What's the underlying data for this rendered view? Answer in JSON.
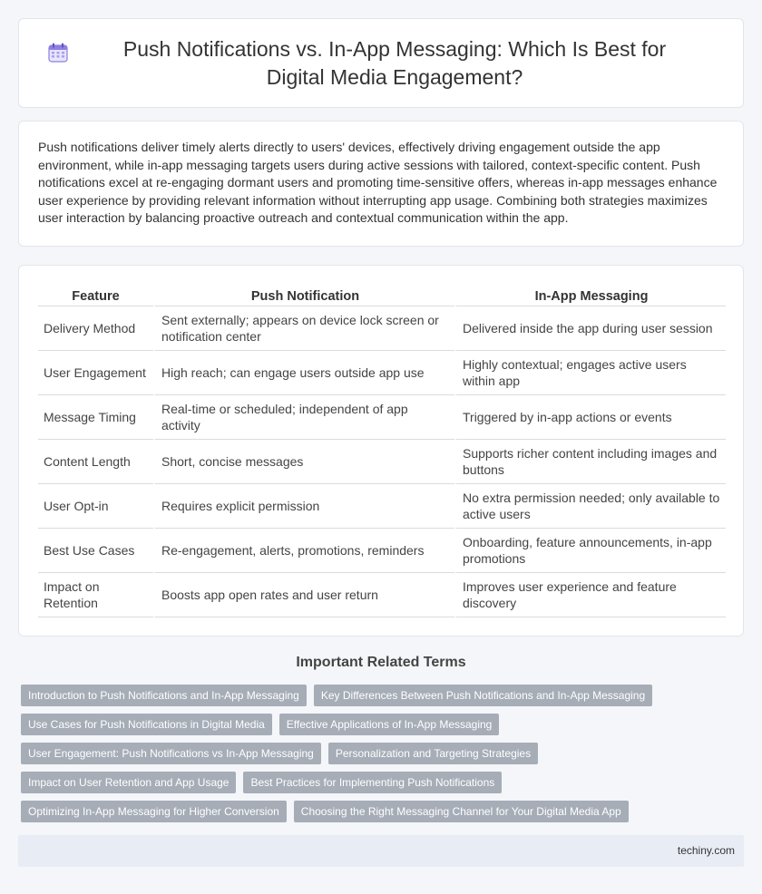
{
  "header": {
    "icon": "calendar-icon",
    "title": "Push Notifications vs. In-App Messaging: Which Is Best for Digital Media Engagement?"
  },
  "intro": "Push notifications deliver timely alerts directly to users' devices, effectively driving engagement outside the app environment, while in-app messaging targets users during active sessions with tailored, context-specific content. Push notifications excel at re-engaging dormant users and promoting time-sensitive offers, whereas in-app messages enhance user experience by providing relevant information without interrupting app usage. Combining both strategies maximizes user interaction by balancing proactive outreach and contextual communication within the app.",
  "table": {
    "headers": [
      "Feature",
      "Push Notification",
      "In-App Messaging"
    ],
    "rows": [
      [
        "Delivery Method",
        "Sent externally; appears on device lock screen or notification center",
        "Delivered inside the app during user session"
      ],
      [
        "User Engagement",
        "High reach; can engage users outside app use",
        "Highly contextual; engages active users within app"
      ],
      [
        "Message Timing",
        "Real-time or scheduled; independent of app activity",
        "Triggered by in-app actions or events"
      ],
      [
        "Content Length",
        "Short, concise messages",
        "Supports richer content including images and buttons"
      ],
      [
        "User Opt-in",
        "Requires explicit permission",
        "No extra permission needed; only available to active users"
      ],
      [
        "Best Use Cases",
        "Re-engagement, alerts, promotions, reminders",
        "Onboarding, feature announcements, in-app promotions"
      ],
      [
        "Impact on Retention",
        "Boosts app open rates and user return",
        "Improves user experience and feature discovery"
      ]
    ]
  },
  "related": {
    "heading": "Important Related Terms",
    "tags": [
      [
        "Introduction to Push Notifications and In-App Messaging",
        "Key Differences Between Push Notifications and In-App Messaging"
      ],
      [
        "Use Cases for Push Notifications in Digital Media",
        "Effective Applications of In-App Messaging"
      ],
      [
        "User Engagement: Push Notifications vs In-App Messaging",
        "Personalization and Targeting Strategies"
      ],
      [
        "Impact on User Retention and App Usage",
        "Best Practices for Implementing Push Notifications"
      ],
      [
        "Optimizing In-App Messaging for Higher Conversion",
        "Choosing the Right Messaging Channel for Your Digital Media App"
      ]
    ]
  },
  "footer": {
    "site": "techiny.com"
  },
  "colors": {
    "tag_bg": "#a6adb7",
    "footer_bg": "#e8edf5",
    "icon_accent": "#7b6fd6"
  }
}
